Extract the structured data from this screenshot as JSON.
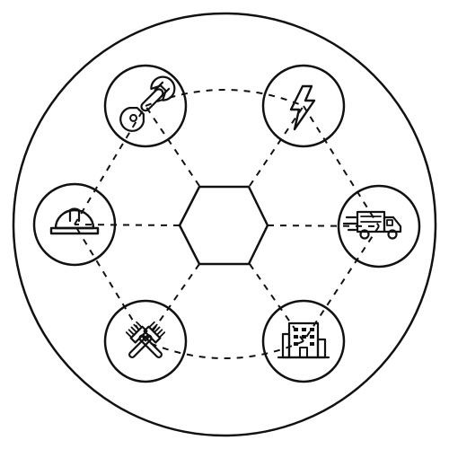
{
  "diagram": {
    "stroke_color": "#111111",
    "background_color": "#ffffff",
    "center": {
      "shape": "hexagon"
    },
    "nodes": [
      {
        "id": "wrench",
        "icon": "wrench-icon"
      },
      {
        "id": "lightning",
        "icon": "lightning-bolt-icon"
      },
      {
        "id": "truck",
        "icon": "delivery-truck-icon"
      },
      {
        "id": "building",
        "icon": "office-building-icon"
      },
      {
        "id": "tools",
        "icon": "crossed-brushes-icon"
      },
      {
        "id": "helmet",
        "icon": "hard-hat-icon"
      }
    ],
    "connections": {
      "ring": "dashed",
      "spokes": "dashed"
    }
  }
}
